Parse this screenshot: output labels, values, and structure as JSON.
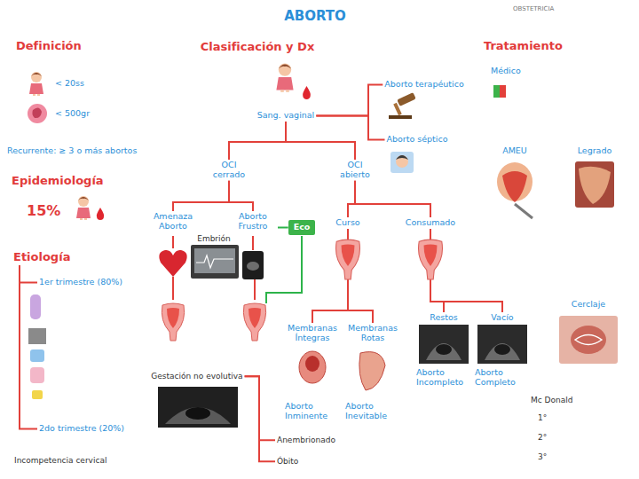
{
  "diagram": {
    "title": "ABORTO",
    "nodes": [
      {
        "text": [
          "Clasificación y Dx"
        ]
      },
      {
        "text": [
          "Sang. vaginal"
        ]
      },
      {
        "text": [
          "Aborto terapéutico"
        ]
      },
      {
        "text": [
          "Aborto séptico"
        ]
      },
      {
        "text": [
          "OCI cerrado"
        ]
      },
      {
        "text": [
          "OCI abierto"
        ]
      },
      {
        "text": [
          "Amenaza Aborto"
        ]
      },
      {
        "text": [
          "Aborto Frustro"
        ]
      },
      {
        "text": [
          "Eco"
        ]
      },
      {
        "text": [
          "Curso"
        ]
      },
      {
        "text": [
          "Consumado"
        ]
      },
      {
        "text": [
          "Membranas Íntegras"
        ]
      },
      {
        "text": [
          "Membranas Rotas"
        ]
      },
      {
        "text": [
          "Restos"
        ]
      },
      {
        "text": [
          "Vacío"
        ]
      },
      {
        "text": [
          "Gestación no evolutiva"
        ]
      },
      {
        "text": [
          "Anembrionado"
        ]
      },
      {
        "text": [
          "Óbito"
        ]
      },
      {
        "text": [
          "Etiología"
        ]
      },
      {
        "text": [
          "1er trimestre (80%)"
        ]
      },
      {
        "text": [
          "2do trimestre (20%)"
        ]
      }
    ],
    "edges": [
      {
        "from": 1,
        "to": 2,
        "arrow": "none"
      },
      {
        "from": 1,
        "to": 3,
        "arrow": "none"
      },
      {
        "from": 1,
        "to": 4,
        "arrow": "none"
      },
      {
        "from": 1,
        "to": 5,
        "arrow": "none"
      },
      {
        "from": 4,
        "to": 6,
        "arrow": "none"
      },
      {
        "from": 4,
        "to": 7,
        "arrow": "none"
      },
      {
        "from": 5,
        "to": 9,
        "arrow": "none"
      },
      {
        "from": 5,
        "to": 10,
        "arrow": "none"
      },
      {
        "from": 9,
        "to": 11,
        "arrow": "none"
      },
      {
        "from": 9,
        "to": 12,
        "arrow": "none"
      },
      {
        "from": 10,
        "to": 13,
        "arrow": "none"
      },
      {
        "from": 10,
        "to": 14,
        "arrow": "none"
      },
      {
        "from": 8,
        "to": 7,
        "arrow": "none"
      },
      {
        "from": 15,
        "to": 16,
        "arrow": "none"
      },
      {
        "from": 15,
        "to": 17,
        "arrow": "none"
      },
      {
        "from": 18,
        "to": 19,
        "arrow": "none"
      },
      {
        "from": 18,
        "to": 20,
        "arrow": "none"
      }
    ],
    "labels": [
      "OBSTETRICIA",
      "Definición",
      "< 20ss",
      "< 500gr",
      "Recurrente: ≥ 3 o más abortos",
      "Epidemiología",
      "15%",
      "Incompetencia cervical",
      "Embrión",
      "Aborto Inminente",
      "Aborto Inevitable",
      "Aborto Incompleto",
      "Aborto Completo",
      "Tratamiento",
      "Médico",
      "AMEU",
      "Legrado",
      "Cerclaje",
      "Mc Donald",
      "1°",
      "2°",
      "3°"
    ]
  }
}
